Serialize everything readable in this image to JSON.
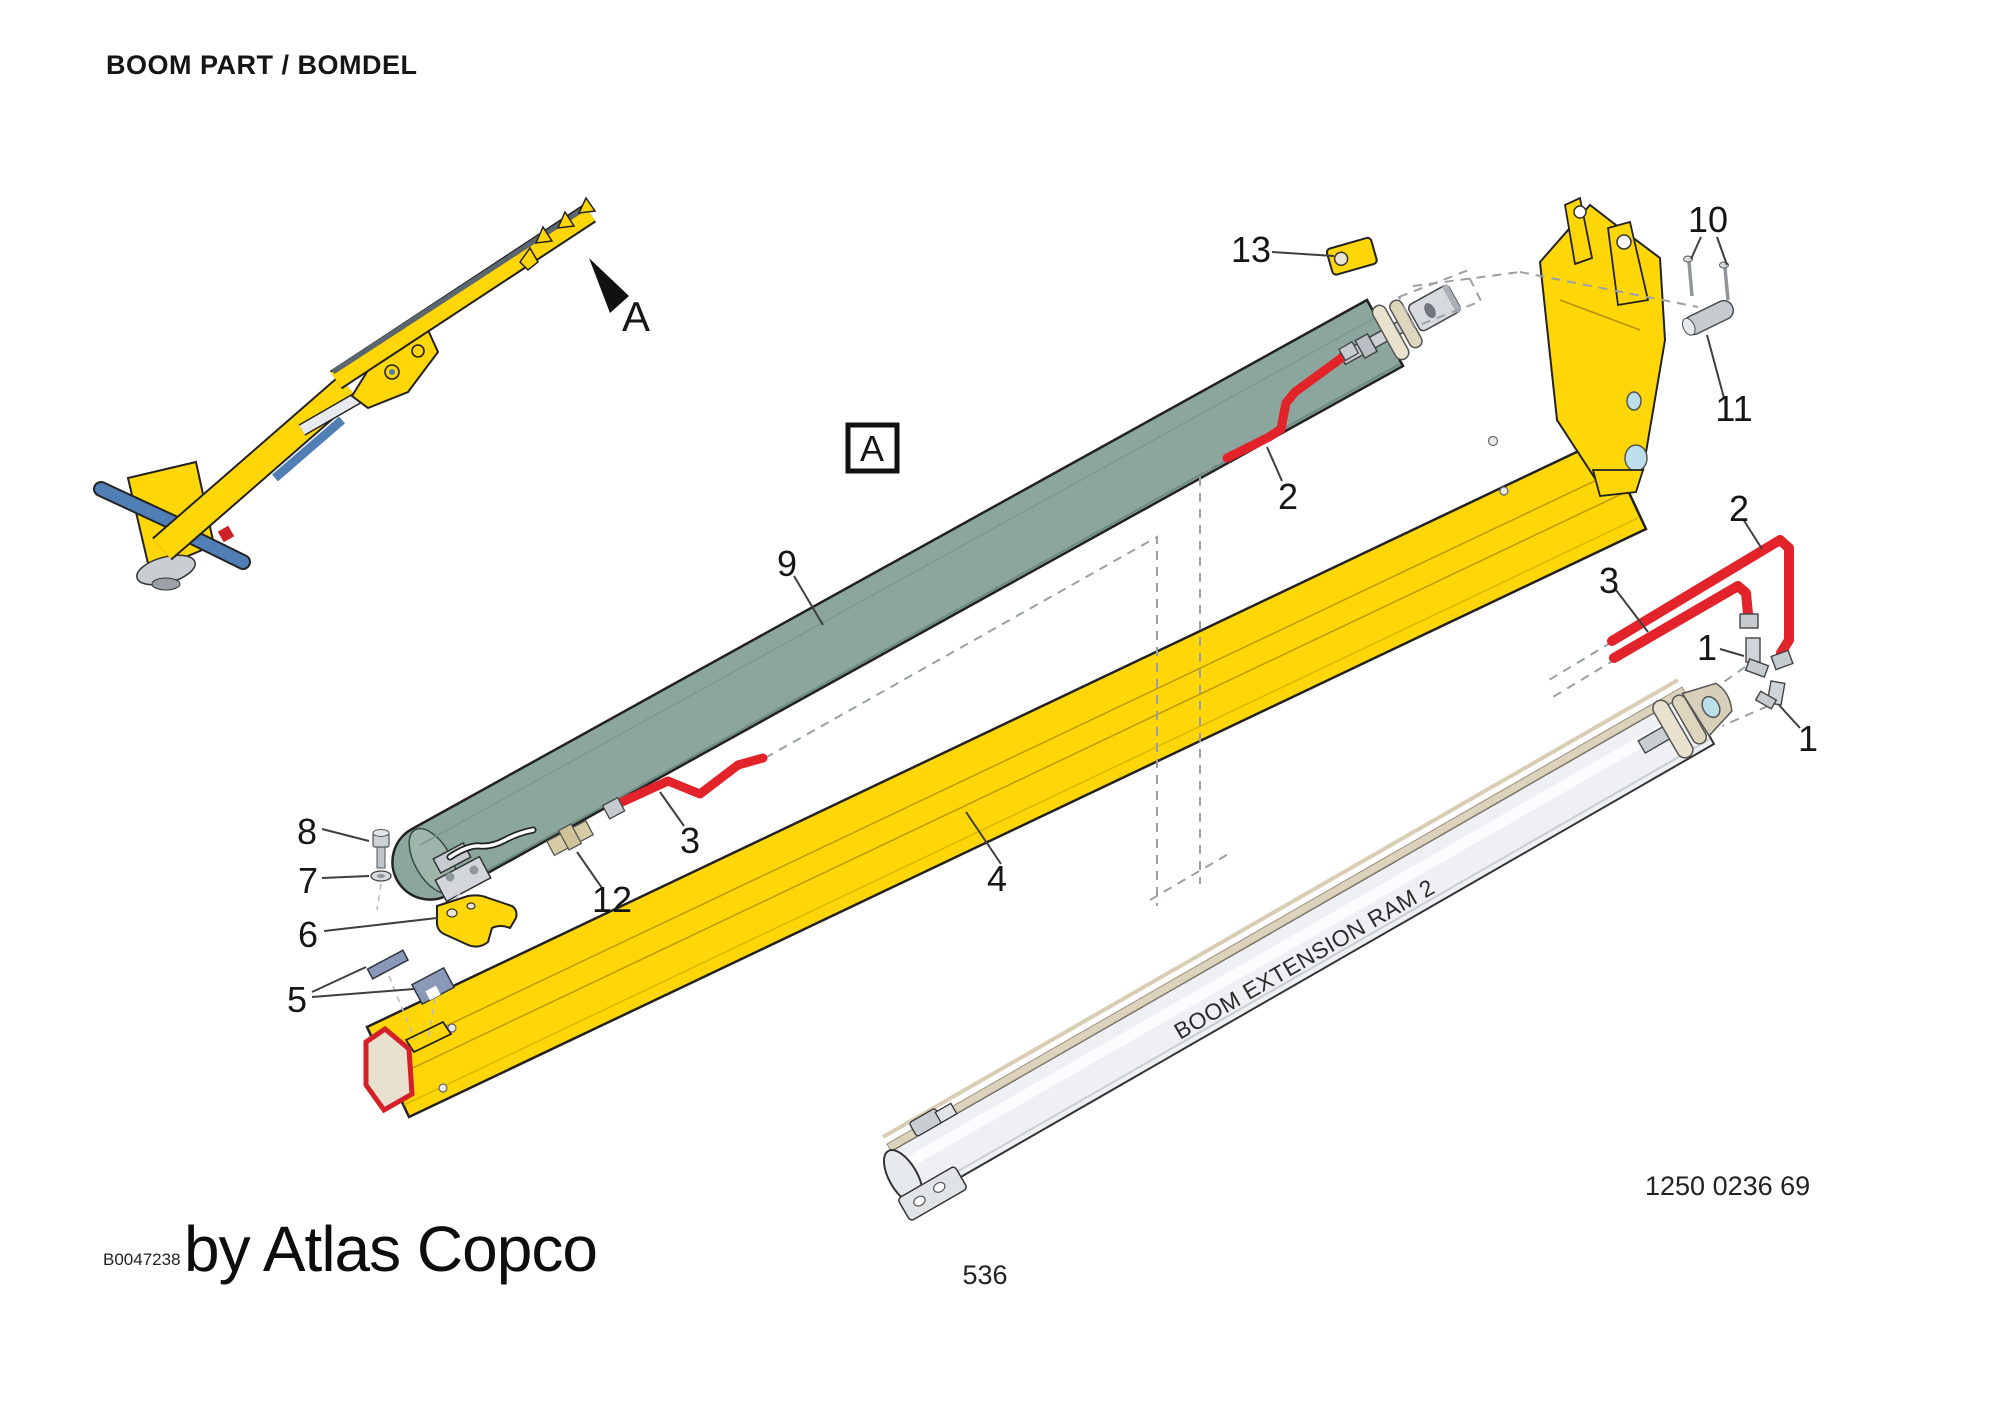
{
  "page": {
    "title": "BOOM PART / BOMDEL",
    "page_number": "536",
    "part_number": "1250 0236 69",
    "doc_code": "B0047238",
    "brand_line": "by Atlas Copco"
  },
  "diagram": {
    "detail_arrow_label": "A",
    "detail_view_label": "A",
    "cylinder_label": "BOOM EXTENSION RAM 2",
    "callouts": {
      "c1a": "1",
      "c1b": "1",
      "c2_mid": "2",
      "c2_right": "2",
      "c3_left": "3",
      "c3_right": "3",
      "c4": "4",
      "c5": "5",
      "c6": "6",
      "c7": "7",
      "c8": "8",
      "c9": "9",
      "c10": "10",
      "c11": "11",
      "c12": "12",
      "c13": "13"
    }
  },
  "colors": {
    "boom_yellow": "#ffd608",
    "tube_green": "#8ba79d",
    "hose_red": "#e2232a",
    "accent_blue": "#4f7fb5",
    "hole_blue": "#bcdfea",
    "metal_grey": "#c6cbd0",
    "brass": "#d6cba4",
    "rail_beige": "#ddd2bc",
    "ink": "#1a1a1a"
  }
}
